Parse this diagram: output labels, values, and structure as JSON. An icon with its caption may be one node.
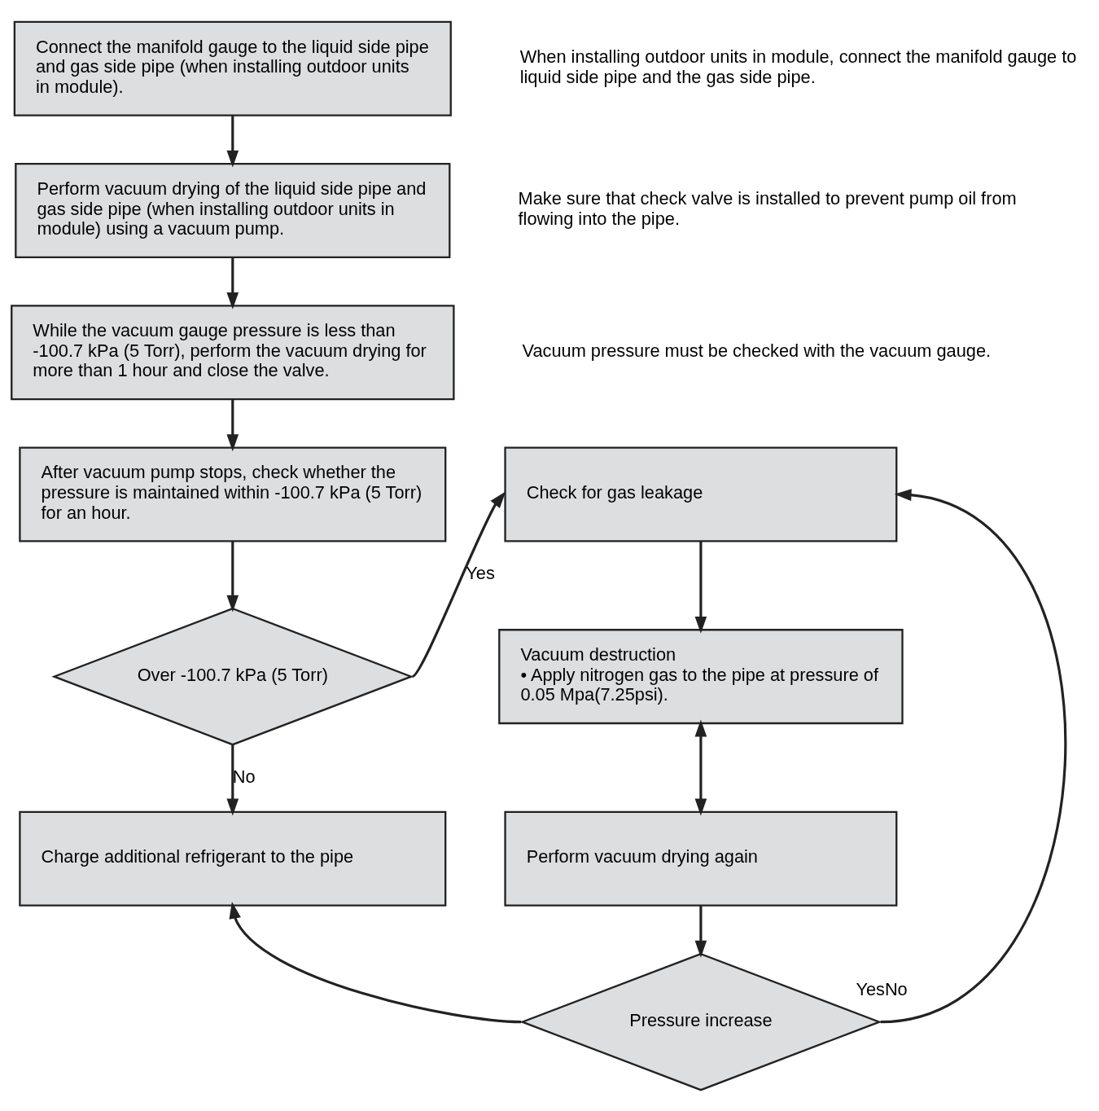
{
  "diagram": {
    "nodes": [
      {
        "text": [
          "Connect the manifold gauge to the liquid side pipe and gas side pipe (when installing outdoor units in module)."
        ],
        "beside": [
          "When installing outdoor units in module, connect the manifold gauge to liquid side pipe and the gas side pipe."
        ]
      },
      {
        "text": [
          "Perform vacuum drying of the liquid side pipe and gas side pipe (when installing outdoor units in module) using a vacuum pump."
        ],
        "beside": [
          "Make sure that check valve is installed to prevent pump oil from flowing into the pipe."
        ]
      },
      {
        "text": [
          "While the vacuum gauge pressure is less than -100.7 kPa (5 Torr), perform the vacuum drying for more than 1 hour and close the valve."
        ],
        "beside": [
          "Vacuum pressure must be checked with the vacuum gauge."
        ]
      },
      {
        "text": [
          "After vacuum pump stops, check whether the pressure is maintained within -100.7 kPa (5 Torr) for an hour."
        ]
      },
      {
        "text": [
          "Over -100.7 kPa (5 Torr)"
        ]
      },
      {
        "text": [
          "Check for gas leakage"
        ]
      },
      {
        "text": [
          "Vacuum destruction",
          "• Apply nitrogen gas to the pipe at pressure of 0.05 Mpa(7.25psi)."
        ]
      },
      {
        "text": [
          "Charge additional refrigerant to the pipe"
        ]
      },
      {
        "text": [
          "Perform vacuum drying again"
        ]
      },
      {
        "text": [
          "Pressure increase"
        ]
      }
    ],
    "edges": [
      {
        "from": 0,
        "to": 1,
        "arrow": "to"
      },
      {
        "from": 1,
        "to": 2,
        "arrow": "to"
      },
      {
        "from": 2,
        "to": 3,
        "arrow": "to"
      },
      {
        "from": 3,
        "to": 4,
        "arrow": "to"
      },
      {
        "from": 4,
        "to": 5,
        "arrow": "to",
        "label": "Yes"
      },
      {
        "from": 4,
        "to": 7,
        "arrow": "to",
        "label": "No"
      },
      {
        "from": 5,
        "to": 6,
        "arrow": "to"
      },
      {
        "from": 6,
        "to": 8,
        "arrow": "both"
      },
      {
        "from": 8,
        "to": 9,
        "arrow": "to"
      },
      {
        "from": 9,
        "to": 7,
        "arrow": "to"
      },
      {
        "from": 9,
        "to": 5,
        "arrow": "to",
        "label": "YesNo"
      }
    ]
  }
}
